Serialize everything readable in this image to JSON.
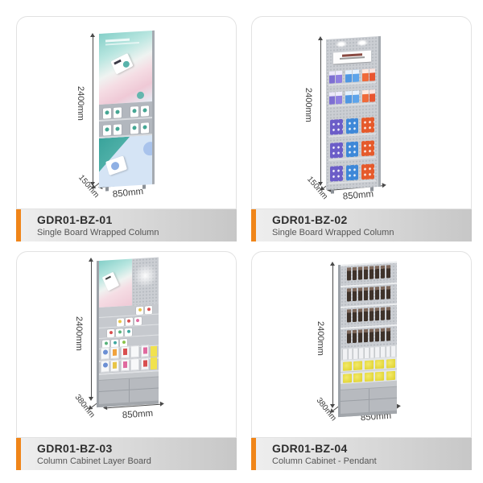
{
  "catalog": {
    "products": [
      {
        "code": "GDR01-BZ-01",
        "name": "Single Board Wrapped Column",
        "dim_height": "2400mm",
        "dim_width": "850mm",
        "dim_depth": "150mm"
      },
      {
        "code": "GDR01-BZ-02",
        "name": "Single Board Wrapped Column",
        "dim_height": "2400mm",
        "dim_width": "850mm",
        "dim_depth": "150mm"
      },
      {
        "code": "GDR01-BZ-03",
        "name": "Column Cabinet Layer Board",
        "dim_height": "2400mm",
        "dim_width": "850mm",
        "dim_depth": "380mm"
      },
      {
        "code": "GDR01-BZ-04",
        "name": "Column Cabinet - Pendant",
        "dim_height": "2400mm",
        "dim_width": "850mm",
        "dim_depth": "380mm"
      }
    ],
    "colors": {
      "accent_orange": "#F08519",
      "label_bar_start": "#EFEFEF",
      "label_bar_end": "#C7C7C7",
      "dimension_text": "#3D3D3D"
    }
  }
}
